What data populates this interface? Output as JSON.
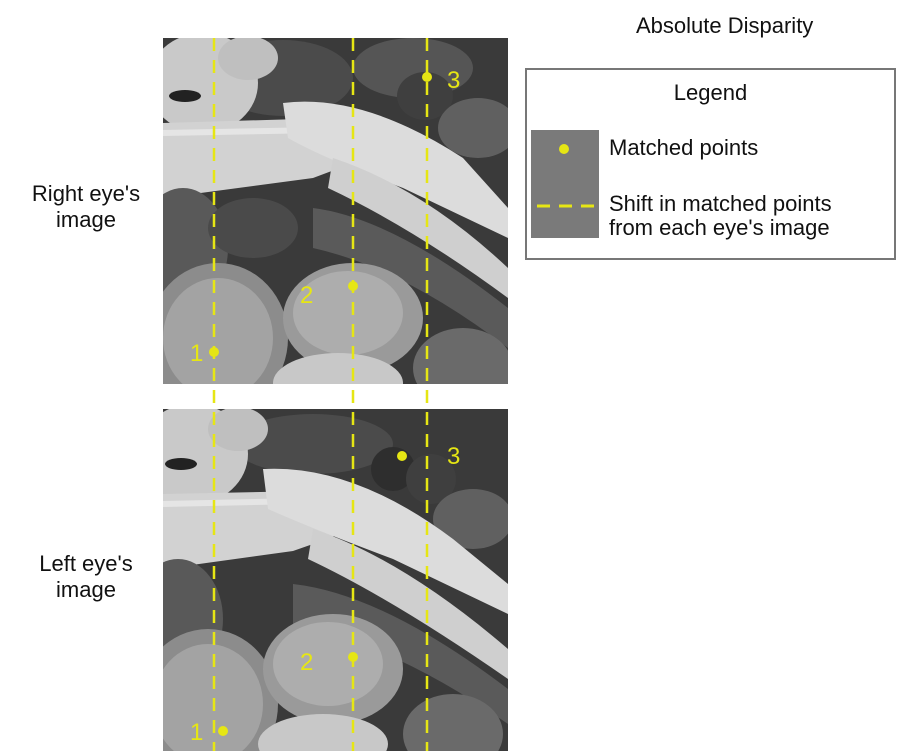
{
  "title": "Absolute Disparity",
  "right_eye_label": [
    "Right eye's",
    "image"
  ],
  "left_eye_label": [
    "Left eye's",
    "image"
  ],
  "legend": {
    "title": "Legend",
    "items": [
      {
        "label": "Matched points"
      },
      {
        "label": [
          "Shift in matched points",
          "from each eye's image"
        ]
      }
    ]
  },
  "points": {
    "right": [
      {
        "id": "1"
      },
      {
        "id": "2"
      },
      {
        "id": "3"
      }
    ],
    "left": [
      {
        "id": "1"
      },
      {
        "id": "2"
      },
      {
        "id": "3"
      }
    ]
  },
  "colors": {
    "marker": "#e6e614",
    "legend_swatch": "#7a7a7a",
    "legend_border": "#777777"
  },
  "image_description": "grayscale photograph of carrots, parsnips and potatoes"
}
